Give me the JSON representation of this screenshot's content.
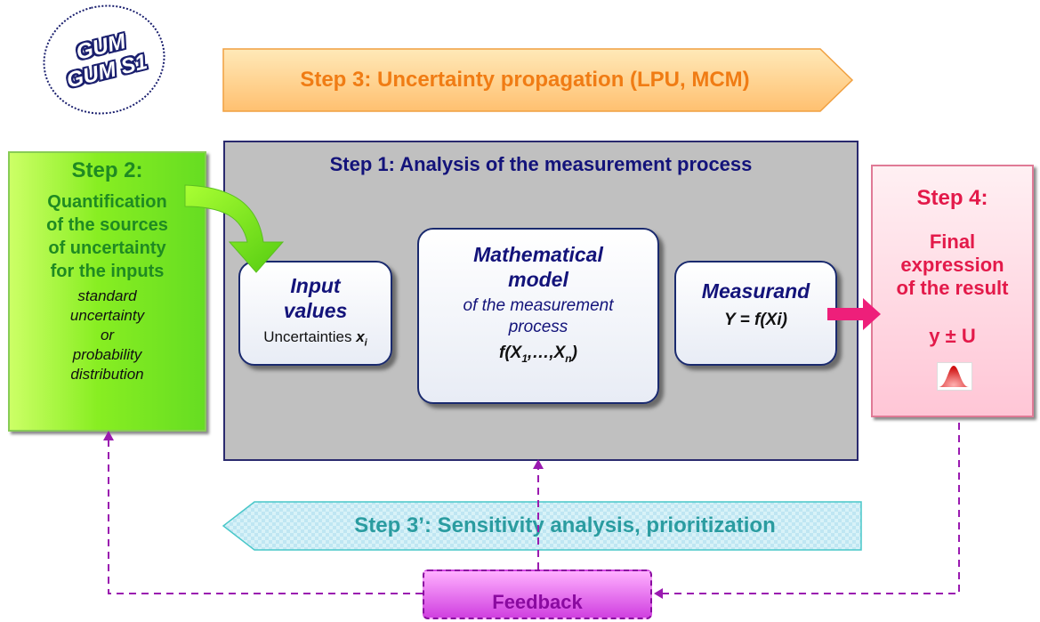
{
  "badge": {
    "line1": "GUM",
    "line2": "GUM S1"
  },
  "step3": {
    "label": "Step 3: Uncertainty propagation (LPU, MCM)"
  },
  "step1": {
    "title": "Step 1: Analysis of the measurement process"
  },
  "step2": {
    "title": "Step 2:",
    "body": [
      "Quantification",
      "of the sources",
      "of uncertainty",
      "for the inputs"
    ],
    "detail": [
      "standard",
      "uncertainty",
      "or",
      "probability",
      "distribution"
    ]
  },
  "input_box": {
    "title_1": "Input",
    "title_2": "values",
    "sub": "Uncertainties ",
    "sub_var": "x",
    "sub_idx": "i"
  },
  "model_box": {
    "title_1": "Mathematical",
    "title_2": "model",
    "sub_1": "of the measurement",
    "sub_2": "process",
    "f_open": "f(X",
    "f_idx1": "1",
    "f_mid": ",…,X",
    "f_idxn": "n",
    "f_close": ")"
  },
  "measurand_box": {
    "title": "Measurand",
    "formula": "Y = f(Xi)"
  },
  "step4": {
    "title": "Step 4:",
    "body": [
      "Final",
      "expression",
      "of the result"
    ],
    "result": "y ± U"
  },
  "step3p": {
    "label": "Step 3’: Sensitivity analysis, prioritization"
  },
  "feedback": {
    "label": "Feedback"
  },
  "colors": {
    "step3_text": "#f07c14",
    "step2_text": "#1f8a22",
    "step4_text": "#e31a4a",
    "step3p_text": "#2a9ca0",
    "feedback": "#8a0aa0",
    "navy": "#13137a"
  }
}
